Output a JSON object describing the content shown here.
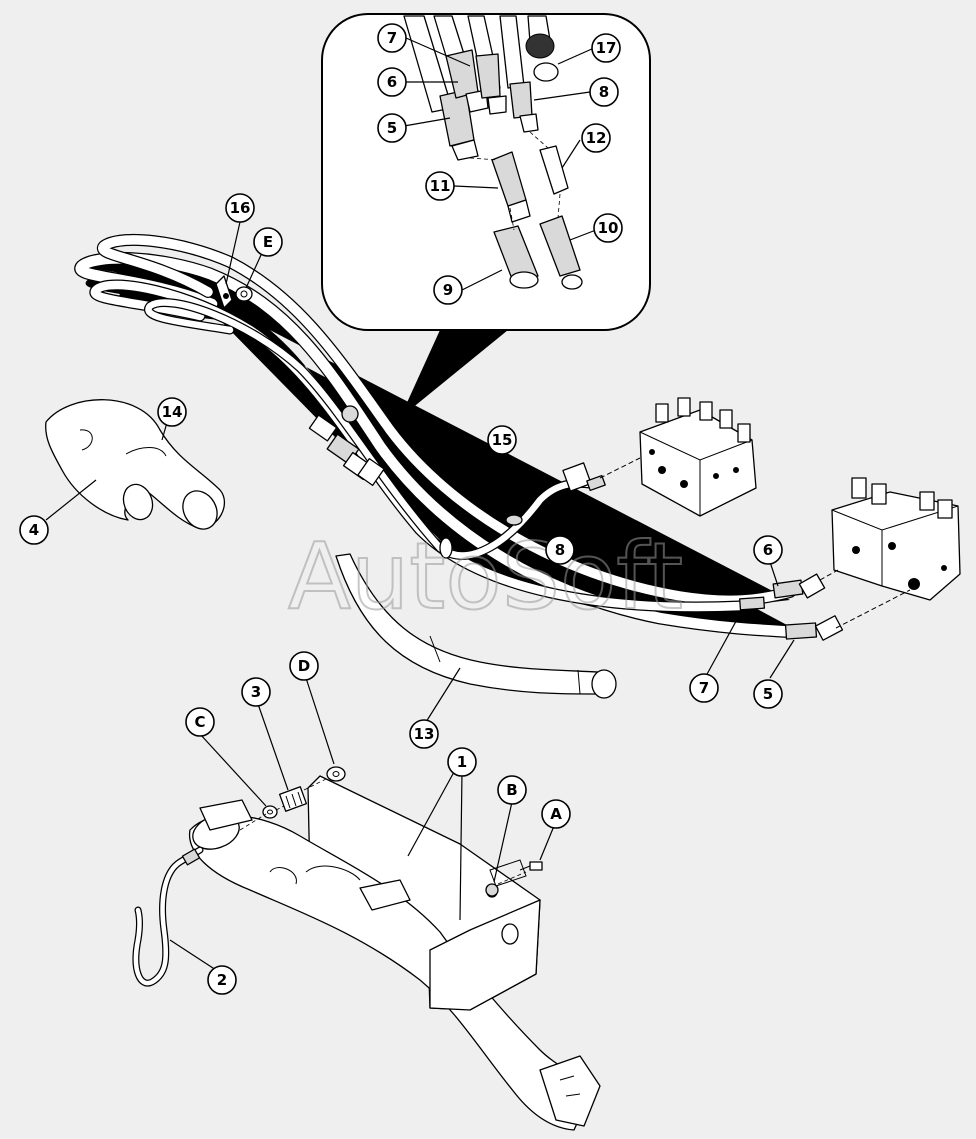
{
  "watermark": "AutoSoft",
  "colors": {
    "background": "#efefef",
    "ink": "#000000",
    "hose_fill": "#ffffff",
    "shade": "#d9d9d9",
    "watermark": "#9a9a9a"
  },
  "callouts": {
    "1": "1",
    "2": "2",
    "3": "3",
    "4": "4",
    "5a": "5",
    "5b": "5",
    "6a": "6",
    "6b": "6",
    "7a": "7",
    "7b": "7",
    "8a": "8",
    "8b": "8",
    "9": "9",
    "10": "10",
    "11": "11",
    "12": "12",
    "13": "13",
    "14": "14",
    "15": "15",
    "16": "16",
    "17": "17",
    "A": "A",
    "B": "B",
    "C": "C",
    "D": "D",
    "E": "E"
  }
}
